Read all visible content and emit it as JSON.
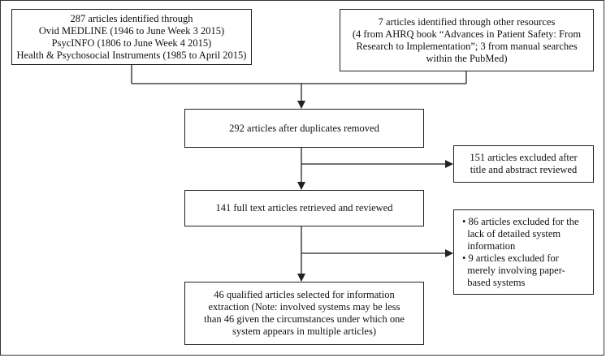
{
  "boxes": {
    "source_databases": {
      "lines": [
        "287 articles identified through",
        "Ovid MEDLINE (1946 to June Week 3 2015)",
        "PsycINFO (1806 to June Week 4 2015)",
        "Health & Psychosocial Instruments (1985 to April 2015)"
      ]
    },
    "source_other": {
      "lines": [
        "7 articles identified through other resources",
        "(4 from AHRQ book “Advances in Patient Safety: From",
        "Research to Implementation”; 3 from manual searches",
        "within the PubMed)"
      ]
    },
    "after_duplicates": {
      "lines": [
        "292 articles after duplicates removed"
      ]
    },
    "excluded_title_abstract": {
      "lines": [
        "151 articles excluded after",
        "title and abstract reviewed"
      ]
    },
    "full_text": {
      "lines": [
        "141 full text articles retrieved and reviewed"
      ]
    },
    "excluded_full_text": {
      "lines": [
        "• 86 articles excluded for the",
        "  lack of detailed system",
        "  information",
        "• 9 articles excluded for",
        "  merely involving paper-",
        "  based systems"
      ]
    },
    "final_included": {
      "lines": [
        "46 qualified articles selected for information",
        "extraction (Note: involved systems may be less",
        "than 46 given the circumstances under which one",
        "system appears in multiple articles)"
      ]
    }
  }
}
